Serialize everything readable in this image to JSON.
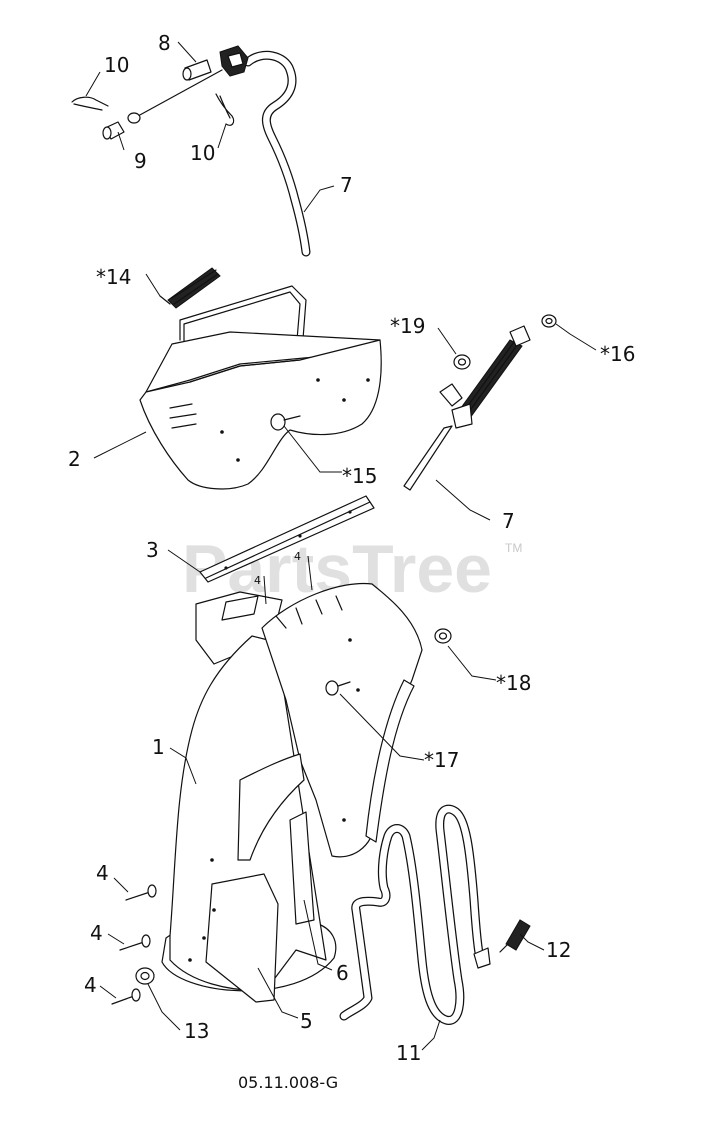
{
  "diagram": {
    "watermark": "PartsTree",
    "watermark_tm": "TM",
    "drawing_number": "05.11.008-G",
    "callouts": [
      {
        "id": "c10a",
        "label": "10"
      },
      {
        "id": "c8",
        "label": "8"
      },
      {
        "id": "c9",
        "label": "9"
      },
      {
        "id": "c10b",
        "label": "10"
      },
      {
        "id": "c7a",
        "label": "7"
      },
      {
        "id": "c14",
        "label": "*14"
      },
      {
        "id": "c19",
        "label": "*19"
      },
      {
        "id": "c16",
        "label": "*16"
      },
      {
        "id": "c2",
        "label": "2"
      },
      {
        "id": "c15",
        "label": "*15"
      },
      {
        "id": "c7b",
        "label": "7"
      },
      {
        "id": "c3",
        "label": "3"
      },
      {
        "id": "c4s1",
        "label": "4"
      },
      {
        "id": "c4s2",
        "label": "4"
      },
      {
        "id": "c18",
        "label": "*18"
      },
      {
        "id": "c1",
        "label": "1"
      },
      {
        "id": "c17",
        "label": "*17"
      },
      {
        "id": "c4a",
        "label": "4"
      },
      {
        "id": "c4b",
        "label": "4"
      },
      {
        "id": "c4c",
        "label": "4"
      },
      {
        "id": "c12",
        "label": "12"
      },
      {
        "id": "c6",
        "label": "6"
      },
      {
        "id": "c13",
        "label": "13"
      },
      {
        "id": "c5",
        "label": "5"
      },
      {
        "id": "c11",
        "label": "11"
      }
    ]
  }
}
